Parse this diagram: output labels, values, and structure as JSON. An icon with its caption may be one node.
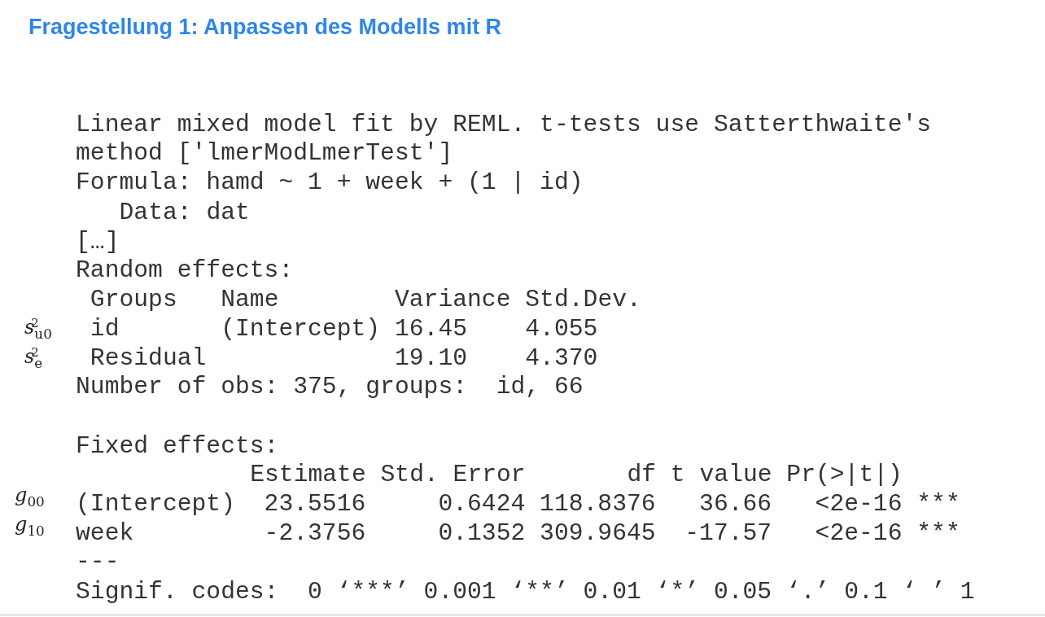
{
  "diagram": {
    "title": "Fragestellung 1: Anpassen des Modells mit R",
    "labels": [
      "Linear mixed model fit by REML. t-tests use Satterthwaite's",
      "method ['lmerModLmerTest']",
      "Formula: hamd ~ 1 + week + (1 | id)",
      "Data: dat",
      "[…]",
      "Random effects:",
      "Groups   Name        Variance Std.Dev.",
      "*s*$^{2}$$_{u0}$",
      "id       (Intercept) 16.45    4.055",
      "*s*$^{2}$$_{e}$",
      "Residual             19.10    4.370",
      "Number of obs: 375, groups:  id, 66",
      "Fixed effects:",
      "Estimate Std. Error       df t value Pr(>|t|)",
      "*g*$_{00}$",
      "(Intercept)  23.5516     0.6424 118.8376   36.66   <2e-16 ***",
      "*g*$_{10}$",
      "week         -2.3756     0.1352 309.9645  -17.57   <2e-16 ***",
      "---",
      "Signif. codes:  0 ‘***’ 0.001 ‘**’ 0.01 ‘*’ 0.05 ‘.’ 0.1 ‘ ’ 1"
    ]
  }
}
